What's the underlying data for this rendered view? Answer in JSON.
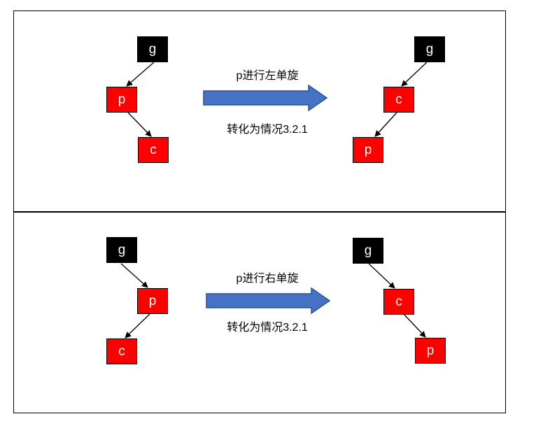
{
  "colors": {
    "canvas_bg": "#ffffff",
    "panel_border": "#000000",
    "node_red": "#ff0000",
    "node_black": "#000000",
    "node_label": "#ffffff",
    "edge": "#000000",
    "arrow_fill": "#4472c4",
    "arrow_stroke": "#2f528f",
    "caption_text": "#000000"
  },
  "panels": [
    {
      "caption_top": "p进行左单旋",
      "caption_bottom": "转化为情况3.2.1",
      "before_tree": {
        "nodes": [
          {
            "label": "g",
            "fill": "#000000"
          },
          {
            "label": "p",
            "fill": "#ff0000"
          },
          {
            "label": "c",
            "fill": "#ff0000"
          }
        ]
      },
      "after_tree": {
        "nodes": [
          {
            "label": "g",
            "fill": "#000000"
          },
          {
            "label": "c",
            "fill": "#ff0000"
          },
          {
            "label": "p",
            "fill": "#ff0000"
          }
        ]
      }
    },
    {
      "caption_top": "p进行右单旋",
      "caption_bottom": "转化为情况3.2.1",
      "before_tree": {
        "nodes": [
          {
            "label": "g",
            "fill": "#000000"
          },
          {
            "label": "p",
            "fill": "#ff0000"
          },
          {
            "label": "c",
            "fill": "#ff0000"
          }
        ]
      },
      "after_tree": {
        "nodes": [
          {
            "label": "g",
            "fill": "#000000"
          },
          {
            "label": "c",
            "fill": "#ff0000"
          },
          {
            "label": "p",
            "fill": "#ff0000"
          }
        ]
      }
    }
  ]
}
